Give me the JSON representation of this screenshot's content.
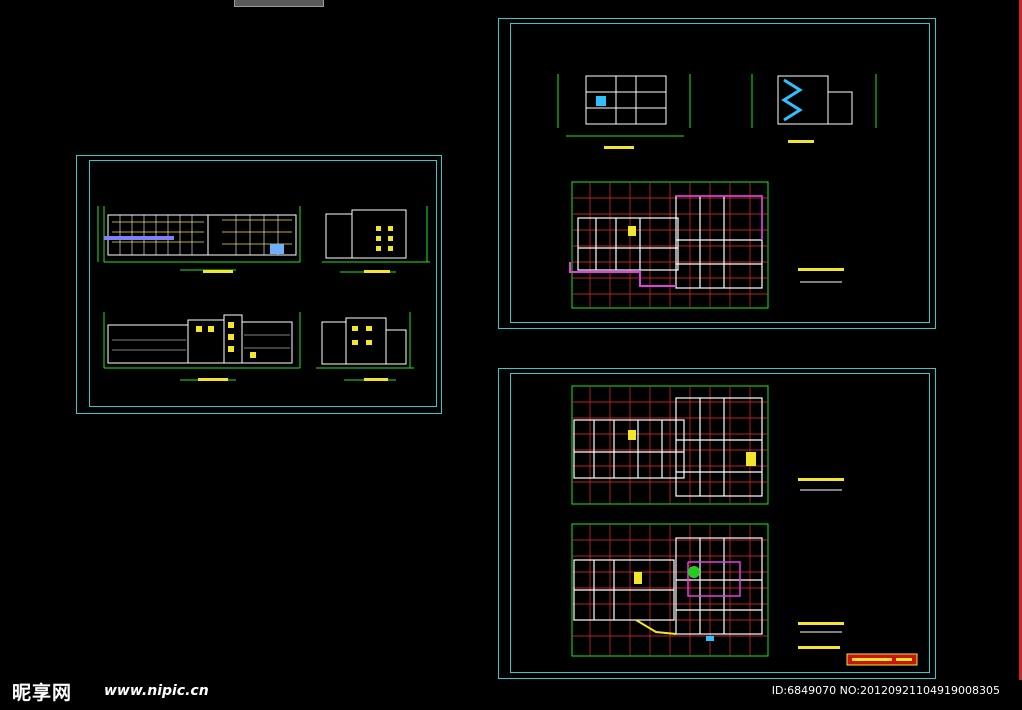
{
  "watermark": {
    "brand": "昵享网",
    "url": "www.nipic.cn",
    "id_line": "ID:6849070 NO:20120921104919008305"
  },
  "colors": {
    "background": "#000000",
    "frame": "#31c9c9",
    "dimension_lines": "#1ee61e",
    "walls": "#ffffff",
    "grid": "#e83030",
    "windows": "#f2e62a",
    "highlight": "#e040e0",
    "accent": "#f2e62a"
  },
  "sheets": [
    {
      "name": "elevations-sheet",
      "content": "four building elevations"
    },
    {
      "name": "sections-and-floor-plan-sheet",
      "content": "two sections and one floor plan"
    },
    {
      "name": "floor-plans-sheet",
      "content": "two floor plans"
    }
  ]
}
